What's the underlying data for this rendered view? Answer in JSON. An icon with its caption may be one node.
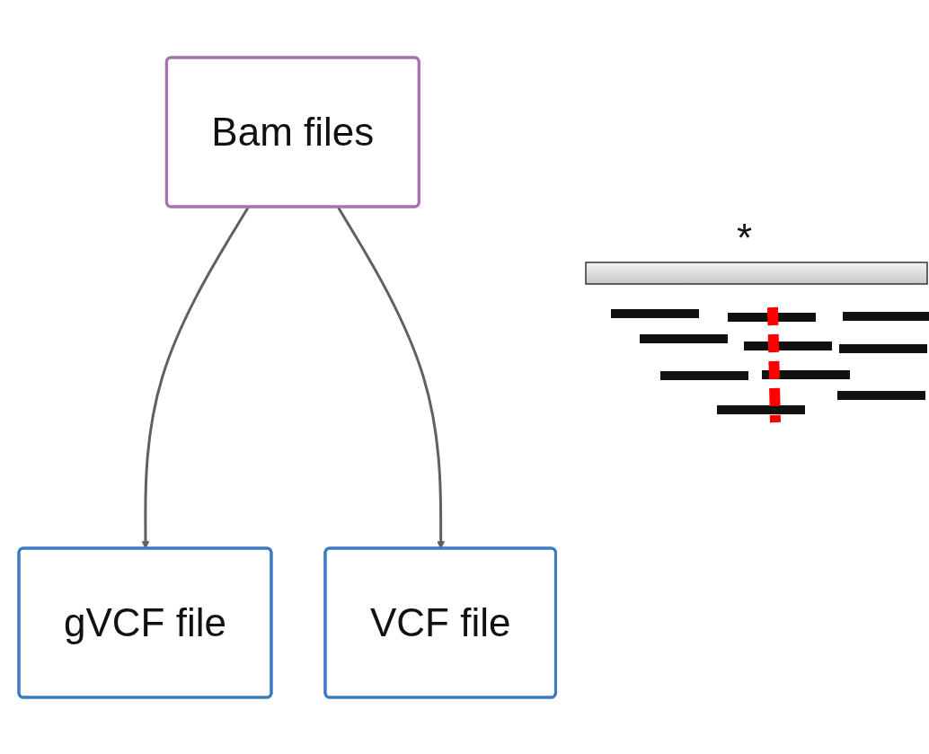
{
  "diagram": {
    "nodes": [
      {
        "text": [
          "Bam files"
        ]
      },
      {
        "text": [
          "gVCF file"
        ]
      },
      {
        "text": [
          "VCF file"
        ]
      }
    ],
    "edges": [
      {
        "from": 0,
        "to": 1,
        "arrow": "to"
      },
      {
        "from": 0,
        "to": 2,
        "arrow": "to"
      }
    ],
    "labels": [
      "*"
    ]
  }
}
